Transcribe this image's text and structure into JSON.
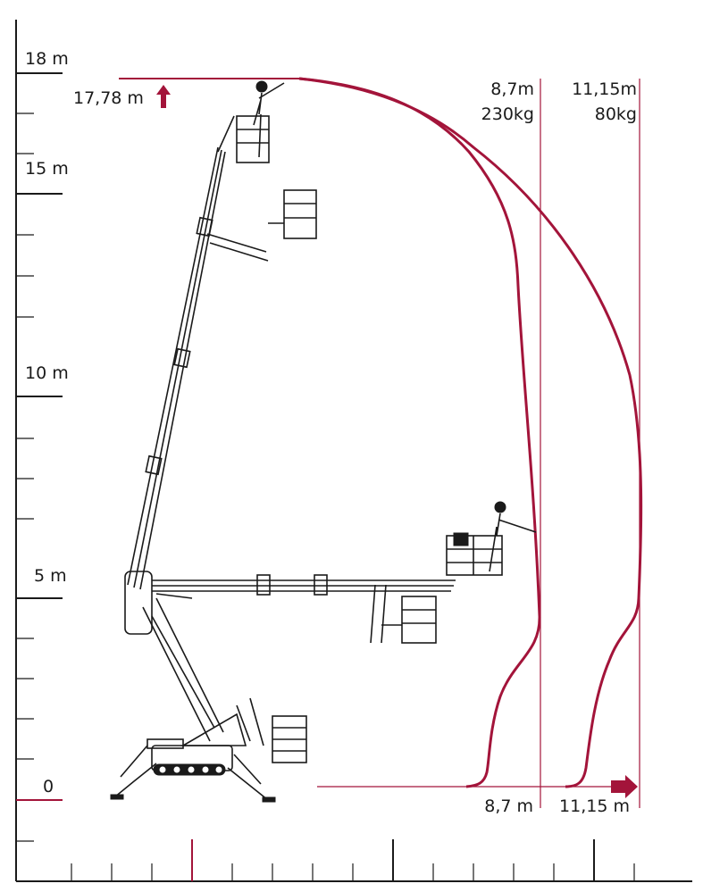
{
  "colors": {
    "accent": "#a3143a",
    "ink": "#1a1a1a",
    "background": "#ffffff"
  },
  "y_axis": {
    "labels": [
      {
        "text": "18 m",
        "value": 18
      },
      {
        "text": "15 m",
        "value": 15
      },
      {
        "text": "10 m",
        "value": 10
      },
      {
        "text": "5 m",
        "value": 5
      },
      {
        "text": "0",
        "value": 0
      }
    ]
  },
  "max_height": {
    "text": "17,78 m",
    "value": 17.78
  },
  "reach_lines": [
    {
      "top_distance": "8,7m",
      "top_load": "230kg",
      "bottom_label": "8,7 m",
      "value": 8.7
    },
    {
      "top_distance": "11,15m",
      "top_load": "80kg",
      "bottom_label": "11,15 m",
      "value": 11.15
    }
  ]
}
